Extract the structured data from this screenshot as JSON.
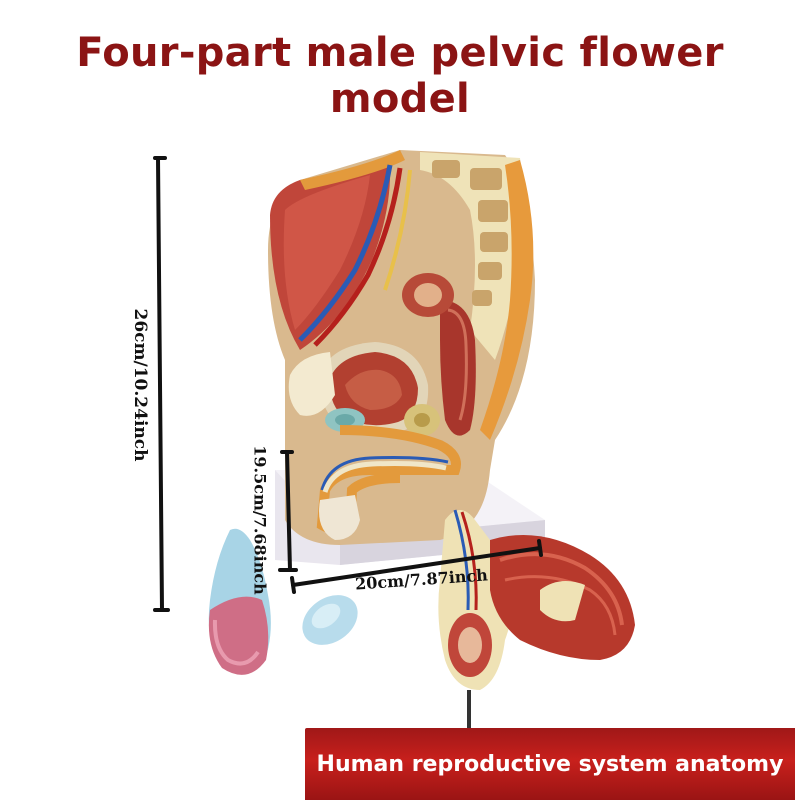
{
  "title": "Four-part male pelvic flower model",
  "dimensions": {
    "height": "26cm/10.24inch",
    "depth": "19.5cm/7.68inch",
    "width": "20cm/7.87inch"
  },
  "banner": {
    "text": "Human reproductive system anatomy"
  },
  "colors": {
    "title": "#8b1414",
    "banner": "#b81c18",
    "banner_text": "#ffffff"
  }
}
